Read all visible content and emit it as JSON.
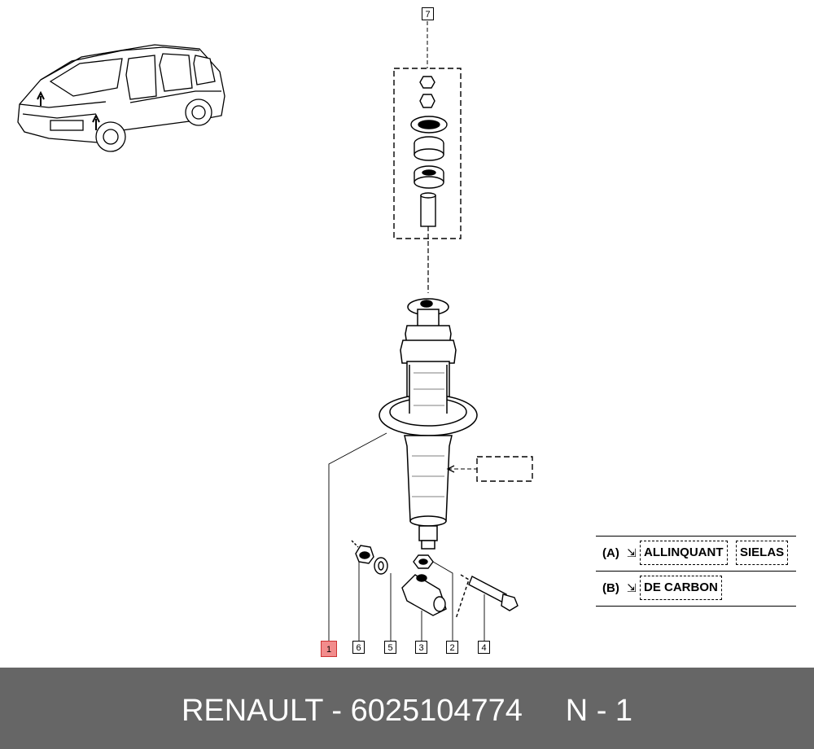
{
  "callouts": {
    "c1": "1",
    "c2": "2",
    "c3": "3",
    "c4": "4",
    "c5": "5",
    "c6": "6",
    "c7": "7"
  },
  "legend": {
    "a_key": "(A)",
    "a_term1": "ALLINQUANT",
    "a_term2": "SIELAS",
    "b_key": "(B)",
    "b_term1": "DE CARBON"
  },
  "footer": {
    "text": "RENAULT - 6025104774     N - 1"
  },
  "colors": {
    "footer_bg": "#666666",
    "highlight": "#f28c8c"
  }
}
